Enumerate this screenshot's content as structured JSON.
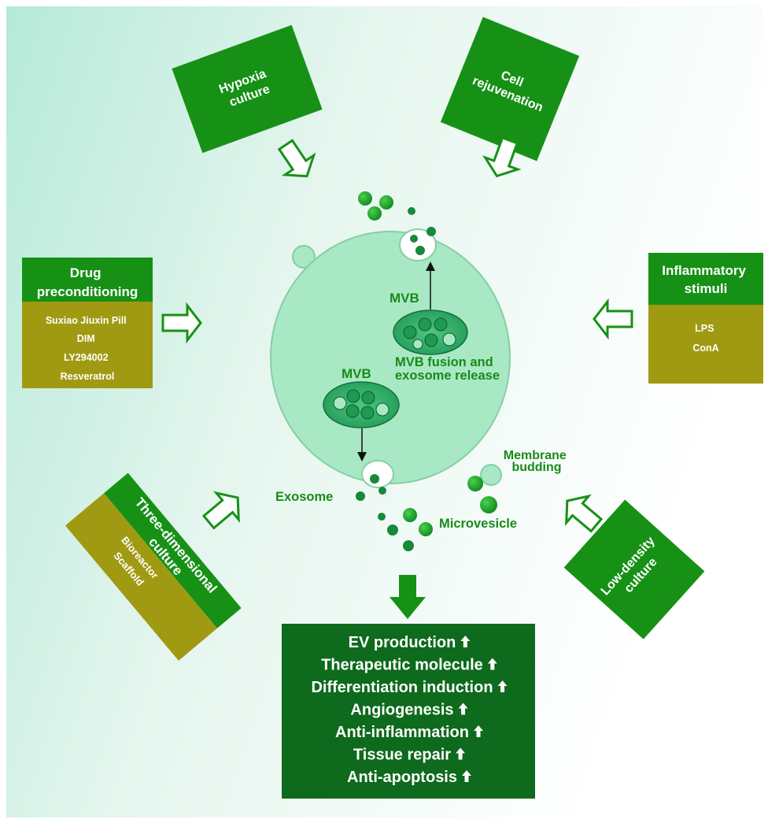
{
  "colors": {
    "green": "#169116",
    "dark_green": "#0e6a1c",
    "olive": "#a09a12",
    "cell_fill": "#a8e8c4",
    "cell_stroke": "#86cfa6",
    "label_green": "#1a8a1a"
  },
  "top_boxes": {
    "hypoxia": [
      "Hypoxia",
      "culture"
    ],
    "rejuvenation": [
      "Cell",
      "rejuvenation"
    ]
  },
  "drug": {
    "title": [
      "Drug",
      "preconditioning"
    ],
    "items": [
      "Suxiao Jiuxin Pill",
      "DIM",
      "LY294002",
      "Resveratrol"
    ]
  },
  "inflammatory": {
    "title": [
      "Inflammatory",
      "stimuli"
    ],
    "items": [
      "LPS",
      "ConA"
    ]
  },
  "three_d": {
    "title": [
      "Three-dimensional",
      "culture"
    ],
    "items": [
      "Bioreactor",
      "Scaffold"
    ]
  },
  "low_density": [
    "Low-density",
    "culture"
  ],
  "cell": {
    "mvb_top": "MVB",
    "mvb_left": "MVB",
    "fusion": [
      "MVB fusion and",
      "exosome release"
    ],
    "exosome": "Exosome",
    "microvesicle": "Microvesicle",
    "budding": [
      "Membrane",
      "budding"
    ]
  },
  "outcomes": [
    "EV production",
    "Therapeutic molecule",
    "Differentiation induction",
    "Angiogenesis",
    "Anti-inflammation",
    "Tissue repair",
    "Anti-apoptosis"
  ],
  "icons": {
    "outcome_marker": "up-arrow-icon",
    "input_arrow": "hollow-arrow-icon",
    "output_arrow": "solid-down-arrow-icon"
  }
}
